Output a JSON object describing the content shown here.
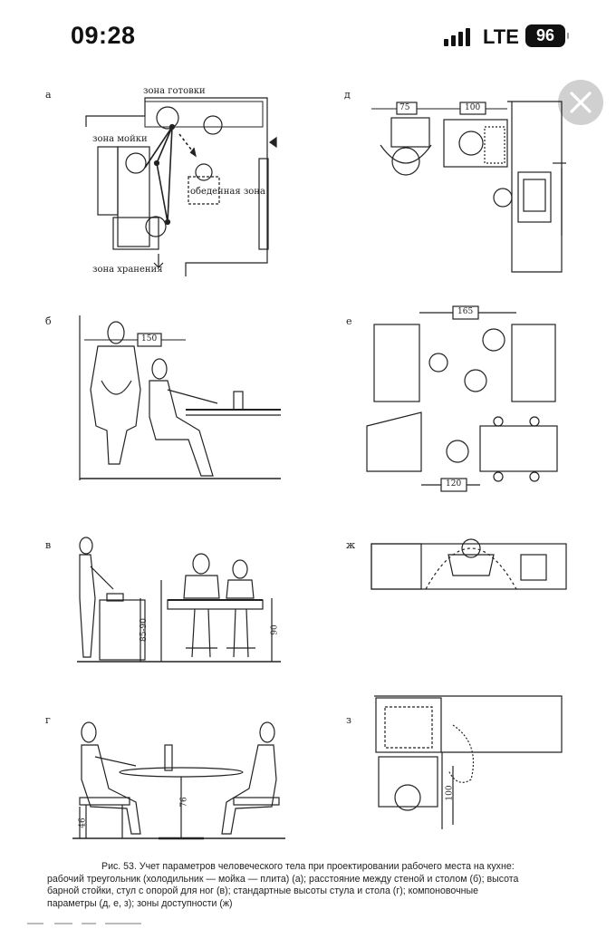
{
  "status_bar": {
    "time": "09:28",
    "network": "LTE",
    "battery": "96",
    "signal_icon": "cellular-signal-icon"
  },
  "viewer": {
    "close_icon": "close-icon"
  },
  "figure": {
    "panels": {
      "a": {
        "letter": "а",
        "zone_cooking": "зона готовки",
        "zone_washing": "зона мойки",
        "zone_dining": "обеденная зона",
        "zone_storage": "зона хранения"
      },
      "d": {
        "letter": "д",
        "dim_1": "75",
        "dim_2": "100"
      },
      "b": {
        "letter": "б",
        "dim_1": "150"
      },
      "e": {
        "letter": "е",
        "dim_1": "165",
        "dim_2": "120"
      },
      "v": {
        "letter": "в",
        "dim_1": "85-90",
        "dim_2": "90"
      },
      "zh": {
        "letter": "ж"
      },
      "g": {
        "letter": "г",
        "dim_1": "46",
        "dim_2": "76"
      },
      "z": {
        "letter": "з",
        "dim_1": "100"
      }
    }
  },
  "caption": {
    "line1": "Рис. 53. Учет параметров человеческого тела при проектировании рабочего места на кухне:",
    "line2": "рабочий треугольник (холодильник — мойка — плита) (а); расстояние между стеной и столом (б); высота",
    "line3": "барной стойки, стул с опорой для ног (в); стандартные высоты стула и стола (г); компоновочные",
    "line4": "параметры (д, е, з); зоны доступности (ж)"
  }
}
